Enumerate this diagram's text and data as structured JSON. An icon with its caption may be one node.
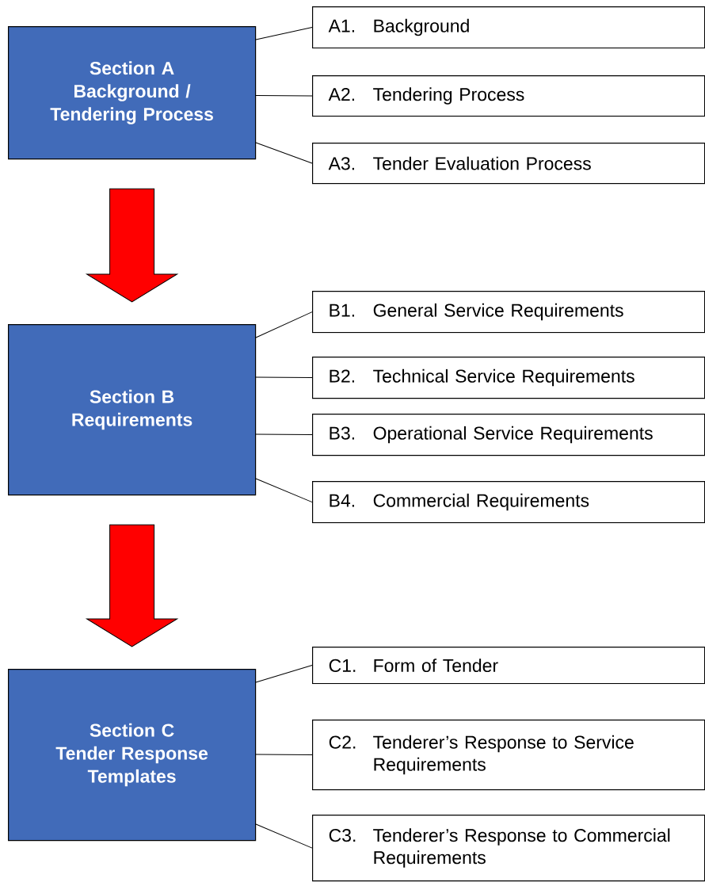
{
  "diagram": {
    "nodes": [
      {
        "text": [
          "Section A",
          "Background / Tendering Process"
        ]
      },
      {
        "text": [
          "A1.",
          "Background"
        ]
      },
      {
        "text": [
          "A2.",
          "Tendering Process"
        ]
      },
      {
        "text": [
          "A3.",
          "Tender Evaluation Process"
        ]
      },
      {
        "text": [
          "Section B",
          "Requirements"
        ]
      },
      {
        "text": [
          "B1.",
          "General Service Requirements"
        ]
      },
      {
        "text": [
          "B2.",
          "Technical Service Requirements"
        ]
      },
      {
        "text": [
          "B3.",
          "Operational Service Requirements"
        ]
      },
      {
        "text": [
          "B4.",
          "Commercial Requirements"
        ]
      },
      {
        "text": [
          "Section C",
          "Tender Response Templates"
        ]
      },
      {
        "text": [
          "C1.",
          "Form of Tender"
        ]
      },
      {
        "text": [
          "C2.",
          "Tenderer’s Response to Service Requirements"
        ]
      },
      {
        "text": [
          "C3.",
          "Tenderer’s Response to Commercial Requirements"
        ]
      }
    ],
    "edges": [
      {
        "from": 0,
        "to": 1,
        "arrow": "none"
      },
      {
        "from": 0,
        "to": 2,
        "arrow": "none"
      },
      {
        "from": 0,
        "to": 3,
        "arrow": "none"
      },
      {
        "from": 0,
        "to": 4,
        "arrow": "to",
        "style": "thick",
        "color": "#ff0000"
      },
      {
        "from": 4,
        "to": 5,
        "arrow": "none"
      },
      {
        "from": 4,
        "to": 6,
        "arrow": "none"
      },
      {
        "from": 4,
        "to": 7,
        "arrow": "none"
      },
      {
        "from": 4,
        "to": 8,
        "arrow": "none"
      },
      {
        "from": 4,
        "to": 9,
        "arrow": "to",
        "style": "thick",
        "color": "#ff0000"
      },
      {
        "from": 9,
        "to": 10,
        "arrow": "none"
      },
      {
        "from": 9,
        "to": 11,
        "arrow": "none"
      },
      {
        "from": 9,
        "to": 12,
        "arrow": "none"
      }
    ]
  }
}
